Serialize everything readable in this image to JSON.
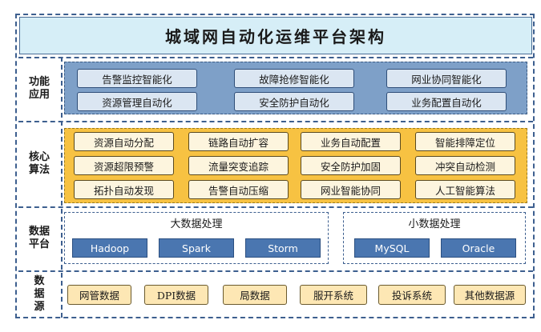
{
  "title": "城域网自动化运维平台架构",
  "layers": {
    "function": {
      "label": "功能应用",
      "items": [
        "告警监控智能化",
        "故障抢修智能化",
        "网业协同智能化",
        "资源管理自动化",
        "安全防护自动化",
        "业务配置自动化"
      ]
    },
    "core": {
      "label": "核心算法",
      "items": [
        "资源自动分配",
        "链路自动扩容",
        "业务自动配置",
        "智能排障定位",
        "资源超限预警",
        "流量突变追踪",
        "安全防护加固",
        "冲突自动检测",
        "拓扑自动发现",
        "告警自动压缩",
        "网业智能协同",
        "人工智能算法"
      ]
    },
    "data_platform": {
      "label": "数据平台",
      "big_data": {
        "title": "大数据处理",
        "items": [
          "Hadoop",
          "Spark",
          "Storm"
        ]
      },
      "small_data": {
        "title": "小数据处理",
        "items": [
          "MySQL",
          "Oracle"
        ]
      }
    },
    "data_source": {
      "label": "数据源",
      "items": [
        "网管数据",
        "DPI数据",
        "局数据",
        "服开系统",
        "投诉系统",
        "其他数据源"
      ]
    }
  }
}
